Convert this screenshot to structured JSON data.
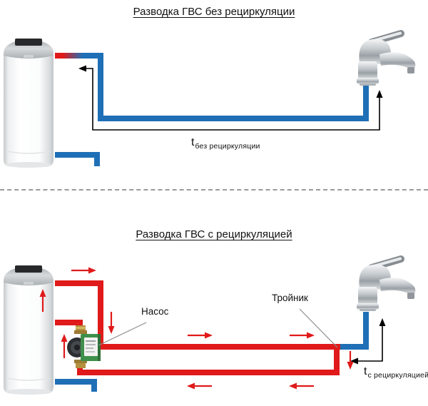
{
  "colors": {
    "hot": "#e01a1a",
    "cold": "#1f6fb6",
    "ink": "#000000",
    "leader": "#8c8c8c",
    "divider": "#9a9a9a"
  },
  "top_diagram": {
    "title": "Разводка ГВС без рециркуляции",
    "time_label": {
      "main": "t",
      "sub": "без рециркуляции"
    }
  },
  "bottom_diagram": {
    "title": "Разводка ГВС с рециркуляцией",
    "pump_label": "Насос",
    "tee_label": "Тройник",
    "time_label": {
      "main": "t",
      "sub": "с рециркуляцией"
    }
  },
  "icons": {
    "water_heater": "water-heater-icon",
    "faucet": "faucet-icon",
    "circulation_pump": "circulation-pump-icon"
  }
}
